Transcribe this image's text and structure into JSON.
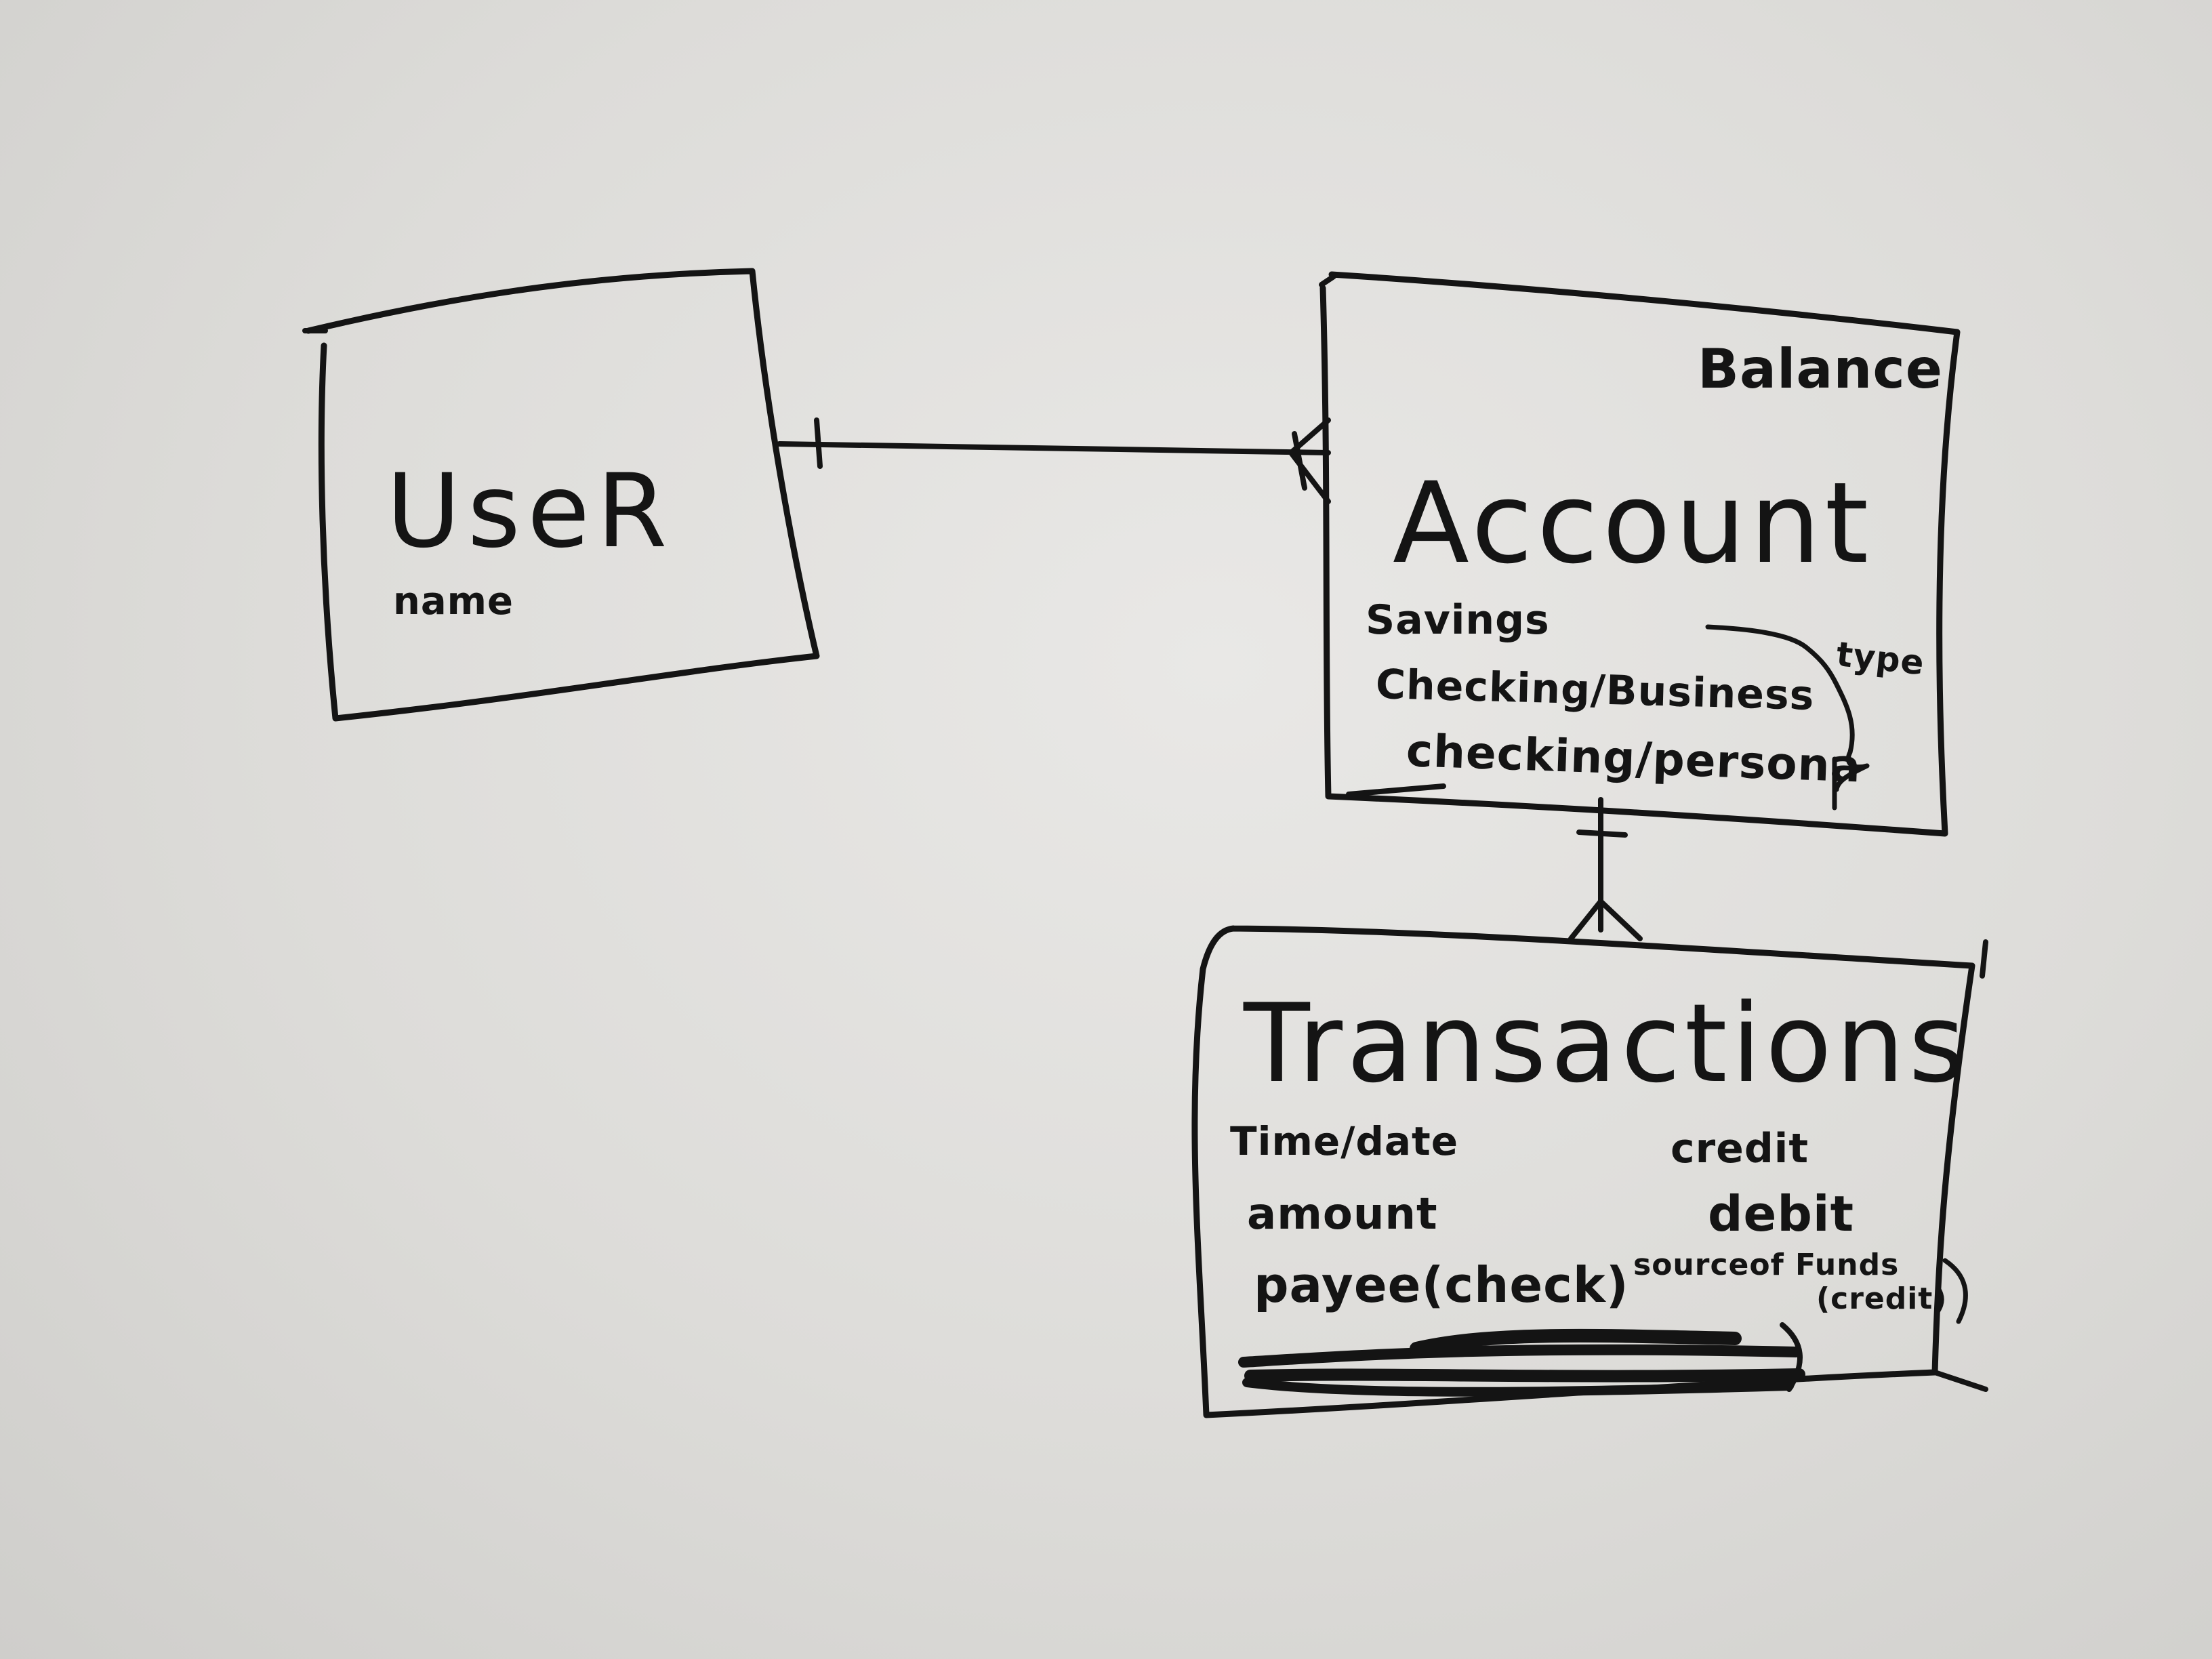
{
  "entities": {
    "user": {
      "title": "UseR",
      "attribute": "name"
    },
    "account": {
      "title": "Account",
      "balance": "Balance",
      "type_options": [
        "Savings",
        "Checking/Business",
        "checking/persona"
      ],
      "type_label": "type"
    },
    "transactions": {
      "title": "Transactions",
      "left_attributes": [
        "Time/date",
        "amount",
        "payee(check)"
      ],
      "right_attributes": [
        "credit",
        "debit",
        "sourceof Funds",
        "(credit)"
      ]
    }
  },
  "relationships": [
    {
      "from": "UseR",
      "to": "Account",
      "from_cardinality": "one",
      "to_cardinality": "many"
    },
    {
      "from": "Account",
      "to": "Transactions",
      "from_cardinality": "one",
      "to_cardinality": "many"
    }
  ],
  "colors": {
    "paper": "#e3e2df",
    "ink": "#141414"
  }
}
